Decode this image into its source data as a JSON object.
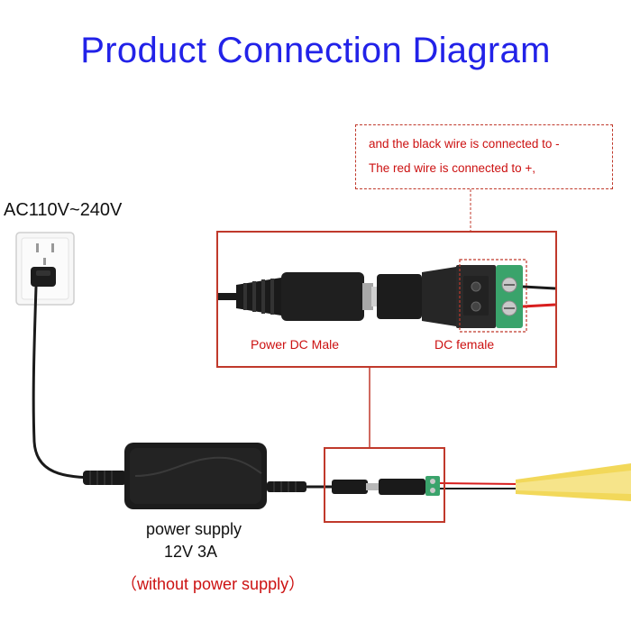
{
  "title": "Product Connection Diagram",
  "voltage_label": "AC110V~240V",
  "wiring_note": {
    "line1": "and the black wire is connected to -",
    "line2": "The red wire is connected to +,"
  },
  "zoom_labels": {
    "male": "Power DC Male",
    "female": "DC female"
  },
  "power_supply": {
    "label": "power supply",
    "spec": "12V 3A",
    "note": "（without power supply）"
  },
  "colors": {
    "title": "#2222e8",
    "annotation_red": "#cc1111",
    "box_border": "#c0392b",
    "terminal_green": "#3aa36b",
    "led_strip_yellow": "#f2d85a",
    "cable_black": "#1a1a1a",
    "wire_red": "#d81e1e"
  },
  "icons": [
    "wall-outlet-icon",
    "power-adapter-icon",
    "dc-male-plug-icon",
    "dc-female-connector-icon",
    "led-strip-icon"
  ]
}
